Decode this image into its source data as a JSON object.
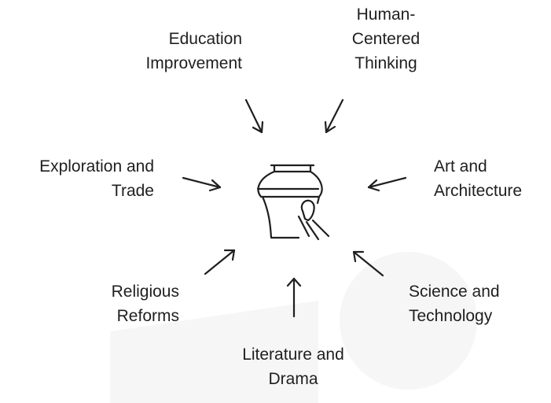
{
  "center_icon": "vase-with-paintbrush-icon",
  "nodes": {
    "education": {
      "line1": "Education",
      "line2": "Improvement"
    },
    "human": {
      "line1": "Human-",
      "line2": "Centered",
      "line3": "Thinking"
    },
    "exploration": {
      "line1": "Exploration and",
      "line2": "Trade"
    },
    "art": {
      "line1": "Art and",
      "line2": "Architecture"
    },
    "religious": {
      "line1": "Religious",
      "line2": "Reforms"
    },
    "science": {
      "line1": "Science and",
      "line2": "Technology"
    },
    "literature": {
      "line1": "Literature and",
      "line2": "Drama"
    }
  },
  "colors": {
    "text": "#1f1f1f",
    "background": "#ffffff",
    "watermark": "#f6f6f6"
  }
}
